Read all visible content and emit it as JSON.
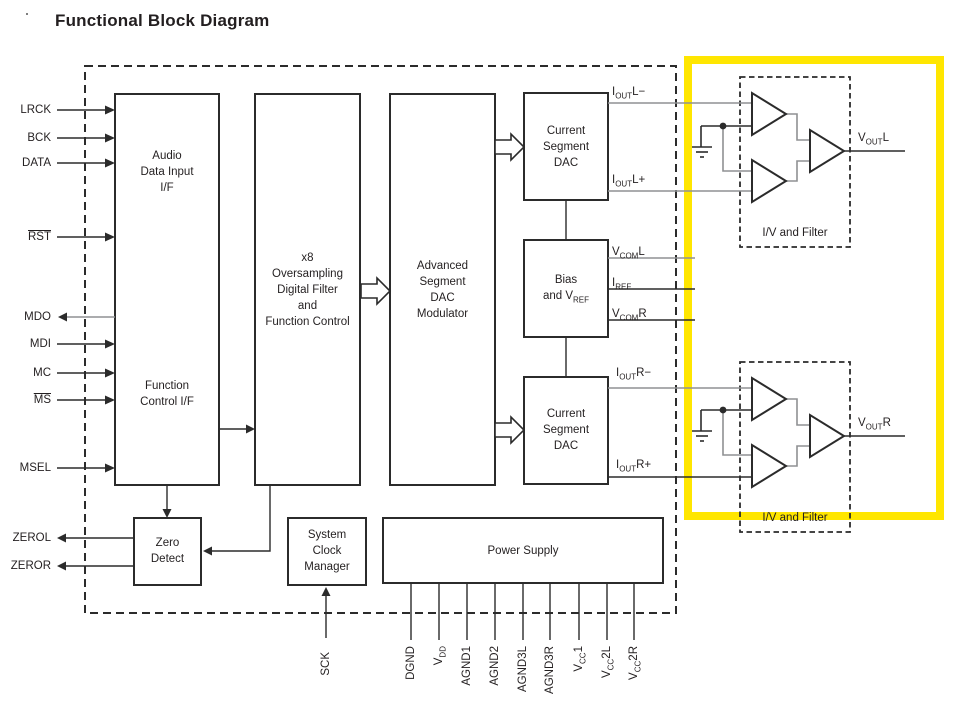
{
  "title": "Functional Block Diagram",
  "colors": {
    "highlight": "#FFE600",
    "line": "#231F20",
    "gray_line": "#8F9193"
  },
  "left_pins": [
    {
      "label": "LRCK",
      "dir": "in"
    },
    {
      "label": "BCK",
      "dir": "in"
    },
    {
      "label": "DATA",
      "dir": "in"
    },
    {
      "label": "RST",
      "dir": "in",
      "overline": true
    },
    {
      "label": "MDO",
      "dir": "out"
    },
    {
      "label": "MDI",
      "dir": "in"
    },
    {
      "label": "MC",
      "dir": "in"
    },
    {
      "label": "MS",
      "dir": "in",
      "overline": true
    },
    {
      "label": "MSEL",
      "dir": "in"
    },
    {
      "label": "ZEROL",
      "dir": "out"
    },
    {
      "label": "ZEROR",
      "dir": "out"
    }
  ],
  "blocks": {
    "audio_input": {
      "lines": [
        "Audio",
        "Data Input",
        "I/F"
      ]
    },
    "function_control": {
      "lines": [
        "Function",
        "Control I/F"
      ]
    },
    "oversampling": {
      "lines": [
        "x8",
        "Oversampling",
        "Digital Filter",
        "and",
        "Function Control"
      ]
    },
    "modulator": {
      "lines": [
        "Advanced",
        "Segment",
        "DAC",
        "Modulator"
      ]
    },
    "current_dac_l": {
      "lines": [
        "Current",
        "Segment",
        "DAC"
      ]
    },
    "bias": {
      "line1": "Bias",
      "line2_pre": "and V",
      "line2_sub": "REF"
    },
    "current_dac_r": {
      "lines": [
        "Current",
        "Segment",
        "DAC"
      ]
    },
    "zero_detect": {
      "lines": [
        "Zero",
        "Detect"
      ]
    },
    "system_clock": {
      "lines": [
        "System",
        "Clock",
        "Manager"
      ]
    },
    "power_supply": {
      "label": "Power Supply"
    },
    "iv_filter_top": {
      "label": "I/V and Filter"
    },
    "iv_filter_bottom": {
      "label": "I/V and Filter"
    }
  },
  "signals": {
    "iout_l_minus": {
      "pre": "I",
      "sub": "OUT",
      "post": "L−"
    },
    "iout_l_plus": {
      "pre": "I",
      "sub": "OUT",
      "post": "L+"
    },
    "vcom_l": {
      "pre": "V",
      "sub": "COM",
      "post": "L"
    },
    "iref": {
      "pre": "I",
      "sub": "REF",
      "post": ""
    },
    "vcom_r": {
      "pre": "V",
      "sub": "COM",
      "post": "R"
    },
    "iout_r_minus": {
      "pre": "I",
      "sub": "OUT",
      "post": "R−"
    },
    "iout_r_plus": {
      "pre": "I",
      "sub": "OUT",
      "post": "R+"
    },
    "vout_l": {
      "pre": "V",
      "sub": "OUT",
      "post": "L"
    },
    "vout_r": {
      "pre": "V",
      "sub": "OUT",
      "post": "R"
    }
  },
  "bottom_pins": [
    {
      "pre": "DGND"
    },
    {
      "pre": "V",
      "sub": "DD"
    },
    {
      "pre": "AGND1"
    },
    {
      "pre": "AGND2"
    },
    {
      "pre": "AGND3L"
    },
    {
      "pre": "AGND3R"
    },
    {
      "pre": "V",
      "sub": "CC",
      "post": "1"
    },
    {
      "pre": "V",
      "sub": "CC",
      "post": "2L"
    },
    {
      "pre": "V",
      "sub": "CC",
      "post": "2R"
    }
  ],
  "sck_pin": {
    "label": "SCK"
  }
}
